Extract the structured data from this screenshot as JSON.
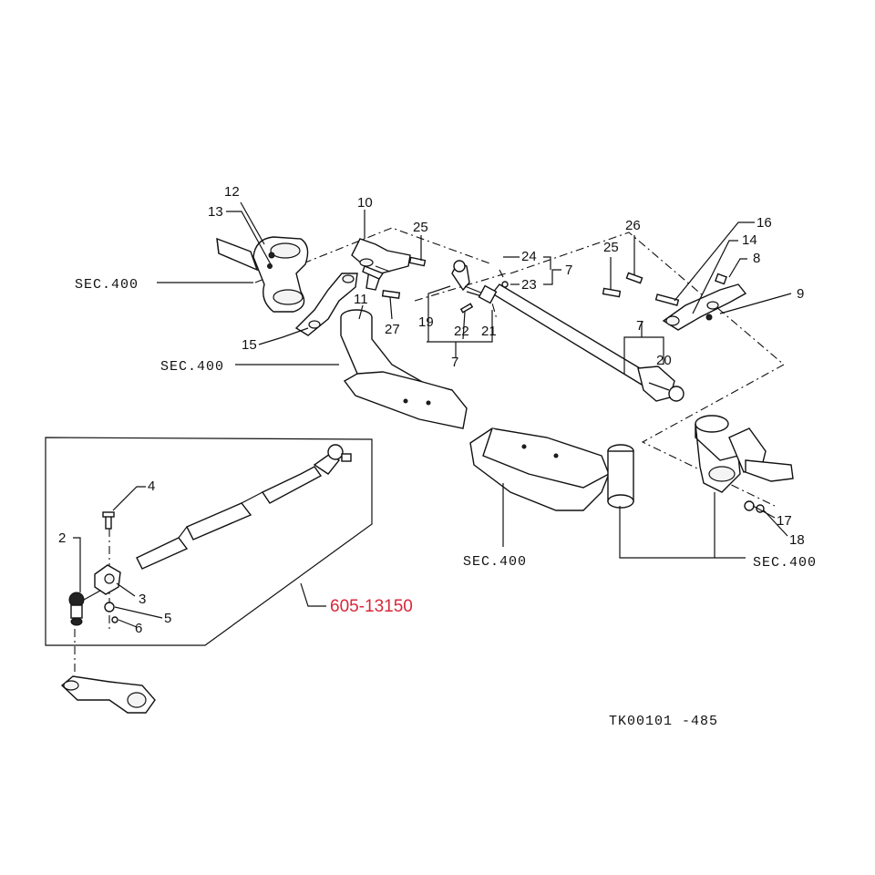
{
  "diagram": {
    "part_number": "605-13150",
    "figure_code": "TK00101 -485",
    "section_ref": "SEC.400",
    "callouts": {
      "n2": "2",
      "n3": "3",
      "n4": "4",
      "n5": "5",
      "n6": "6",
      "n7a": "7",
      "n7b": "7",
      "n7c": "7",
      "n8": "8",
      "n9": "9",
      "n10": "10",
      "n11": "11",
      "n12": "12",
      "n13": "13",
      "n14": "14",
      "n15": "15",
      "n16": "16",
      "n17": "17",
      "n18": "18",
      "n19": "19",
      "n20": "20",
      "n21": "21",
      "n22": "22",
      "n23": "23",
      "n24": "24",
      "n25a": "25",
      "n25b": "25",
      "n26": "26",
      "n27": "27"
    },
    "colors": {
      "ink": "#111111",
      "highlight": "#d8283a"
    }
  }
}
